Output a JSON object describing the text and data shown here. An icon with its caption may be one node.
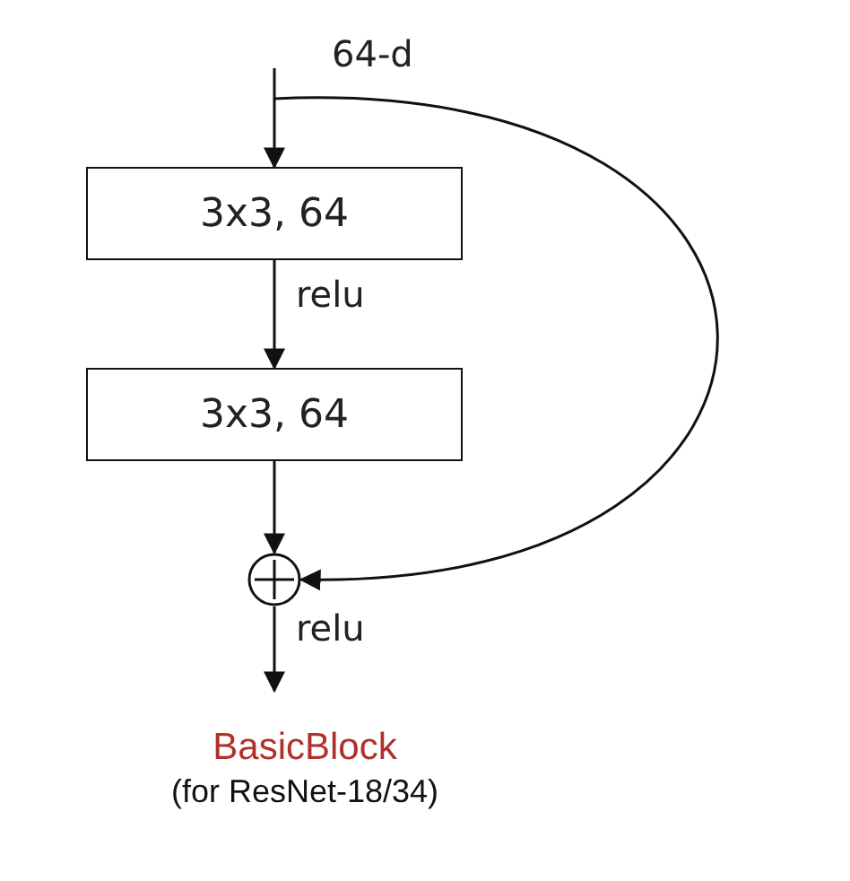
{
  "diagram": {
    "title": "BasicBlock",
    "caption": "(for ResNet-18/34)",
    "nodes": [
      {
        "text": [
          "3x3, 64"
        ]
      },
      {
        "text": [
          "3x3, 64"
        ]
      },
      {
        "text": [],
        "shape": "circle"
      }
    ],
    "edges": [
      {
        "from": null,
        "to": 0,
        "arrow": "to",
        "label": "64-d"
      },
      {
        "from": 0,
        "to": 1,
        "arrow": "to",
        "label": "relu"
      },
      {
        "from": 1,
        "to": 2,
        "arrow": "to"
      },
      {
        "from": null,
        "to": 2,
        "arrow": "to"
      },
      {
        "from": 2,
        "to": null,
        "arrow": "to",
        "label": "relu"
      }
    ]
  }
}
